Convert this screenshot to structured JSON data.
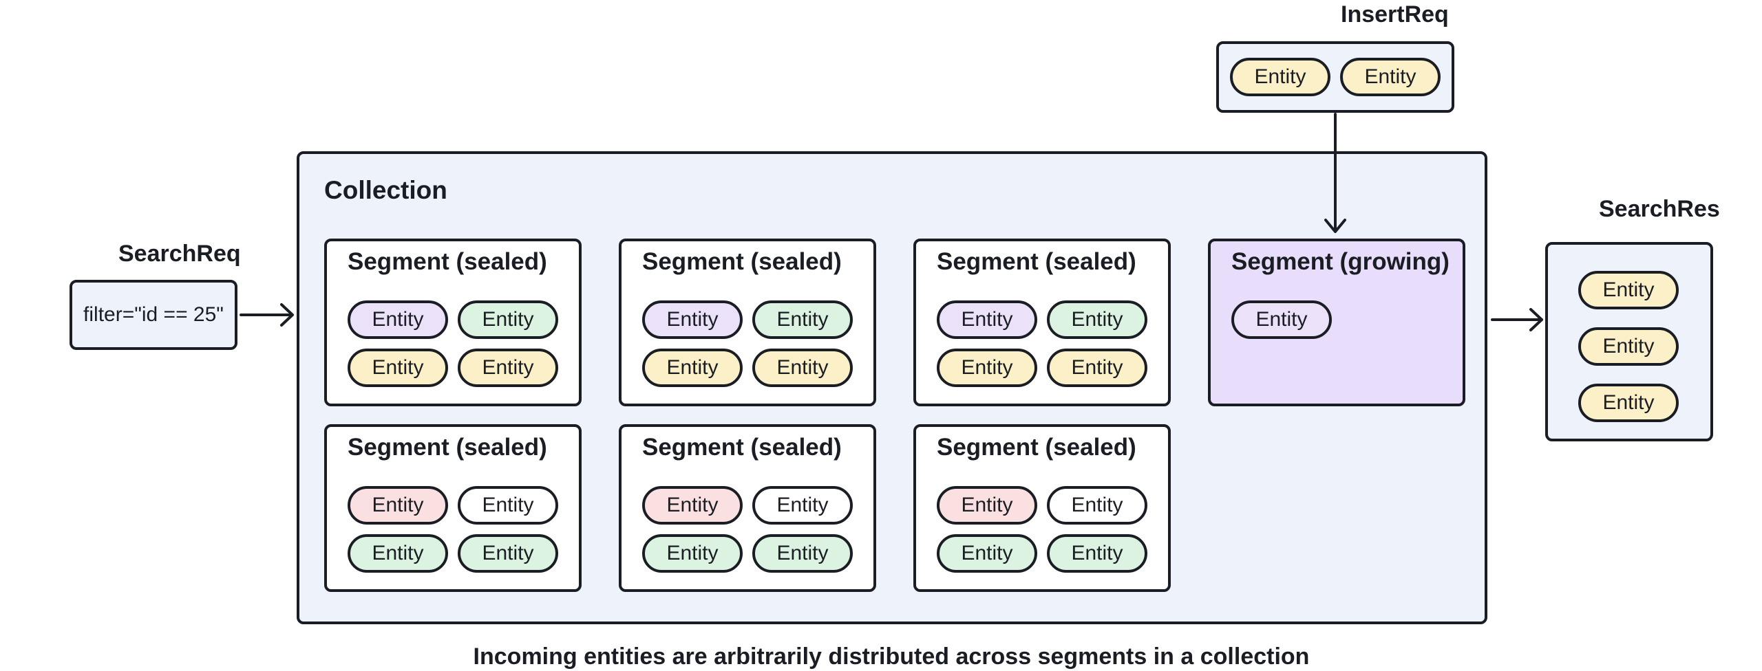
{
  "colors": {
    "stroke": "#1a1d24",
    "panel": "#eef2fb",
    "growing": "#e8ddfb",
    "yellow": "#fcf0c8",
    "green": "#dcf3e2",
    "purple": "#ebe2fa",
    "pink": "#fbe0e2",
    "white": "#ffffff"
  },
  "insert_req": {
    "title": "InsertReq",
    "entities": [
      "Entity",
      "Entity"
    ]
  },
  "search_req": {
    "title": "SearchReq",
    "filter": "filter=\"id == 25\""
  },
  "search_res": {
    "title": "SearchRes",
    "entities": [
      "Entity",
      "Entity",
      "Entity"
    ]
  },
  "collection": {
    "title": "Collection",
    "segments": [
      {
        "title": "Segment (sealed)",
        "entities": [
          {
            "label": "Entity",
            "color": "purple"
          },
          {
            "label": "Entity",
            "color": "green"
          },
          {
            "label": "Entity",
            "color": "yellow"
          },
          {
            "label": "Entity",
            "color": "yellow"
          }
        ]
      },
      {
        "title": "Segment (sealed)",
        "entities": [
          {
            "label": "Entity",
            "color": "purple"
          },
          {
            "label": "Entity",
            "color": "green"
          },
          {
            "label": "Entity",
            "color": "yellow"
          },
          {
            "label": "Entity",
            "color": "yellow"
          }
        ]
      },
      {
        "title": "Segment (sealed)",
        "entities": [
          {
            "label": "Entity",
            "color": "purple"
          },
          {
            "label": "Entity",
            "color": "green"
          },
          {
            "label": "Entity",
            "color": "yellow"
          },
          {
            "label": "Entity",
            "color": "yellow"
          }
        ]
      },
      {
        "title": "Segment (growing)",
        "entities": [
          {
            "label": "Entity",
            "color": "purple"
          }
        ]
      },
      {
        "title": "Segment (sealed)",
        "entities": [
          {
            "label": "Entity",
            "color": "pink"
          },
          {
            "label": "Entity",
            "color": "white"
          },
          {
            "label": "Entity",
            "color": "green"
          },
          {
            "label": "Entity",
            "color": "green"
          }
        ]
      },
      {
        "title": "Segment (sealed)",
        "entities": [
          {
            "label": "Entity",
            "color": "pink"
          },
          {
            "label": "Entity",
            "color": "white"
          },
          {
            "label": "Entity",
            "color": "green"
          },
          {
            "label": "Entity",
            "color": "green"
          }
        ]
      },
      {
        "title": "Segment (sealed)",
        "entities": [
          {
            "label": "Entity",
            "color": "pink"
          },
          {
            "label": "Entity",
            "color": "white"
          },
          {
            "label": "Entity",
            "color": "green"
          },
          {
            "label": "Entity",
            "color": "green"
          }
        ]
      }
    ]
  },
  "caption": "Incoming entities are arbitrarily distributed across segments in a collection"
}
